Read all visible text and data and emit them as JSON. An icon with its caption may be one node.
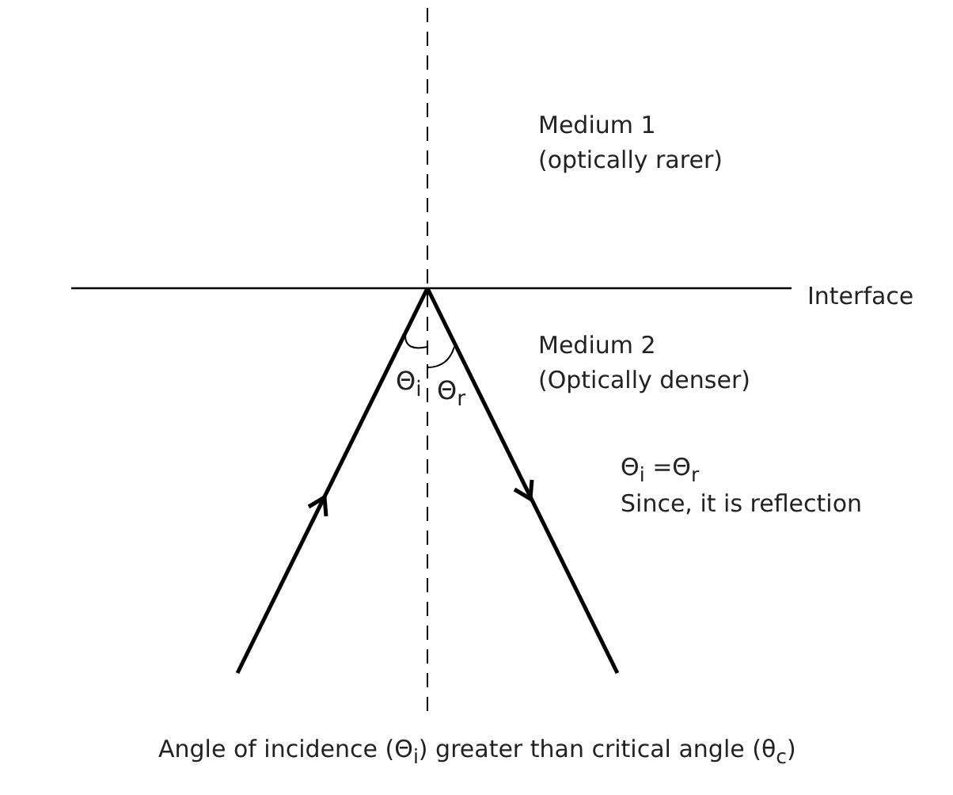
{
  "diagram": {
    "caption": "Angle of incidence (Θ$_{i}$) greater than critical angle (θ$_{c}$)",
    "labels": [
      "Medium 1 (optically rarer)",
      "Interface",
      "Medium 2 (Optically denser)",
      "Θ$_{i}$",
      "Θ$_{r}$",
      "Θ$_{i}$ =Θ$_{r}$",
      "Since, it is reflection"
    ]
  }
}
